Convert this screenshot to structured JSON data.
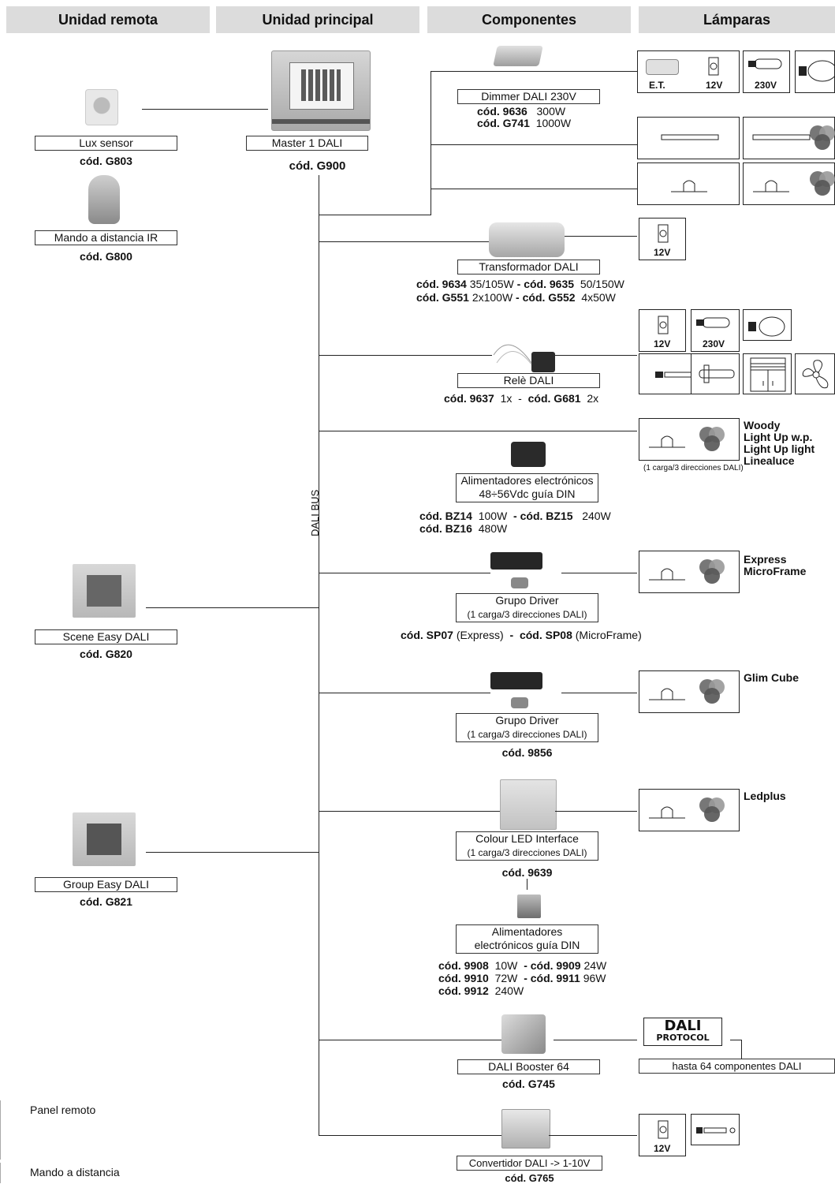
{
  "headers": {
    "remote": "Unidad remota",
    "main": "Unidad principal",
    "components": "Componentes",
    "lamps": "Lámparas"
  },
  "remote": {
    "lux": {
      "label": "Lux sensor",
      "code": "cód. G803"
    },
    "ir": {
      "label": "Mando a distancia IR",
      "code": "cód. G800"
    },
    "scene": {
      "label": "Scene Easy DALI",
      "code": "cód. G820"
    },
    "group": {
      "label": "Group Easy DALI",
      "code": "cód. G821"
    }
  },
  "main": {
    "label": "Master 1 DALI",
    "code": "cód. G900",
    "bus": "DALI BUS"
  },
  "components": {
    "dimmer": {
      "label": "Dimmer DALI 230V",
      "codes": [
        [
          "cód. 9636",
          "300W"
        ],
        [
          "cód. G741",
          "1000W"
        ]
      ]
    },
    "transformer": {
      "label": "Transformador DALI",
      "line1": [
        "cód. 9634",
        "35/105W",
        "cód. 9635",
        "50/150W"
      ],
      "line2": [
        "cód. G551",
        "2x100W",
        "cód. G552",
        "4x50W"
      ]
    },
    "relay": {
      "label": "Relè DALI",
      "line": [
        "cód. 9637",
        "1x",
        "cód. G681",
        "2x"
      ]
    },
    "psu": {
      "label1": "Alimentadores electrónicos",
      "label2": "48÷56Vdc guía DIN",
      "line1": [
        "cód. BZ14",
        "100W",
        "cód. BZ15",
        "240W"
      ],
      "line2": [
        "cód. BZ16",
        "480W"
      ]
    },
    "driver1": {
      "label1": "Grupo Driver",
      "label2": "(1 carga/3 direcciones DALI)",
      "line": [
        "cód. SP07",
        "(Express)",
        "cód. SP08",
        "(MicroFrame)"
      ]
    },
    "driver2": {
      "label1": "Grupo Driver",
      "label2": "(1 carga/3 direcciones DALI)",
      "code": "cód. 9856"
    },
    "colourled": {
      "label1": "Colour LED Interface",
      "label2": "(1 carga/3 direcciones DALI)",
      "code": "cód. 9639"
    },
    "din": {
      "label1": "Alimentadores",
      "label2": "electrónicos guía DIN",
      "line1": [
        "cód. 9908",
        "10W",
        "cód. 9909",
        "24W"
      ],
      "line2": [
        "cód. 9910",
        "72W",
        "cód. 9911",
        "96W"
      ],
      "line3": [
        "cód. 9912",
        "240W"
      ]
    },
    "booster": {
      "label": "DALI Booster 64",
      "code": "cód. G745"
    },
    "converter": {
      "label": "Convertidor DALI -> 1-10V",
      "code": "cód. G765"
    }
  },
  "lamps": {
    "et": "E.T.",
    "v12": "12V",
    "v230": "230V",
    "woody": [
      "Woody",
      "Light Up w.p.",
      "Light Up light",
      "Linealuce"
    ],
    "woody_note": "(1 carga/3 direcciones DALI)",
    "express": [
      "Express",
      "MicroFrame"
    ],
    "glim": "Glim Cube",
    "ledplus": "Ledplus",
    "dali_logo_1": "DALI",
    "dali_logo_2": "PROTOCOL",
    "upto64": "hasta 64 componentes DALI"
  },
  "legend": {
    "panel": "Panel remoto",
    "remote": "Mando a distancia"
  }
}
